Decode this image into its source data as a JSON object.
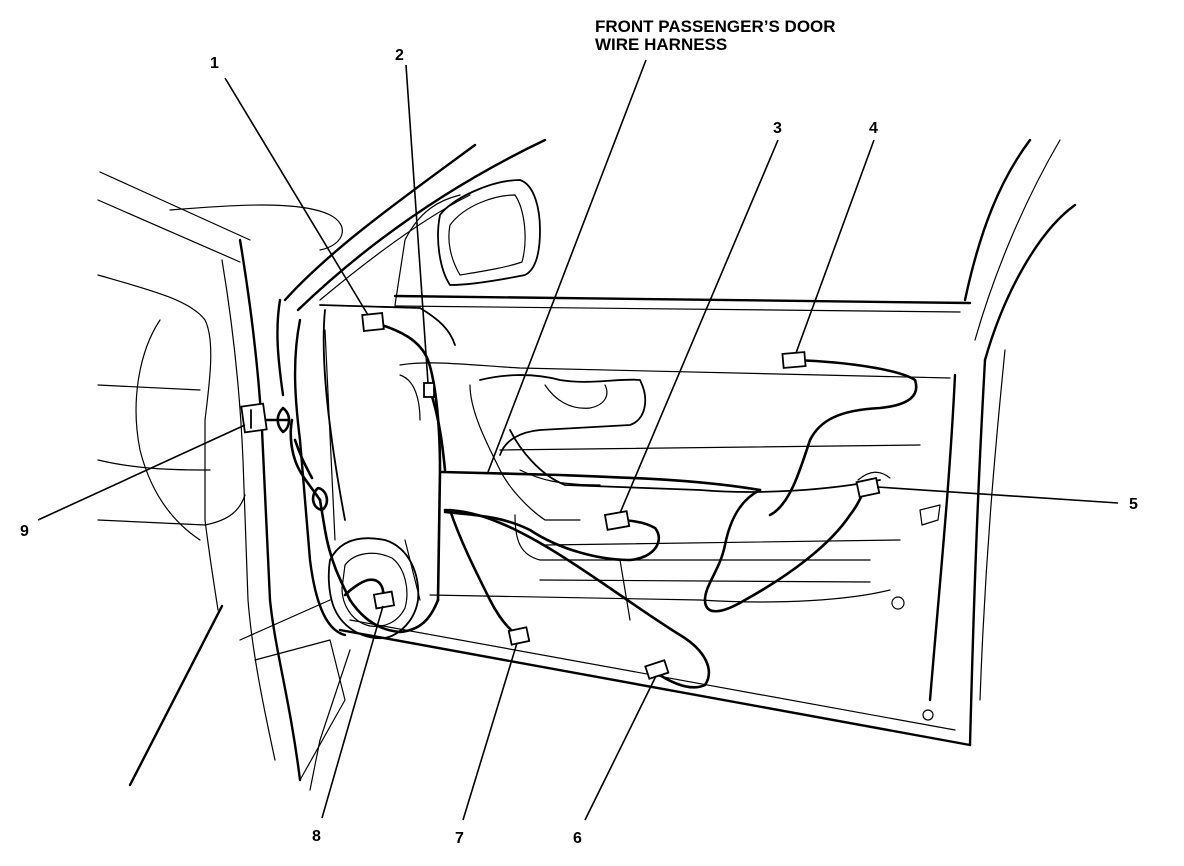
{
  "title": {
    "line1": "FRONT PASSENGER’S DOOR",
    "line2": "WIRE HARNESS"
  },
  "callouts": [
    "1",
    "2",
    "3",
    "4",
    "5",
    "6",
    "7",
    "8",
    "9"
  ]
}
